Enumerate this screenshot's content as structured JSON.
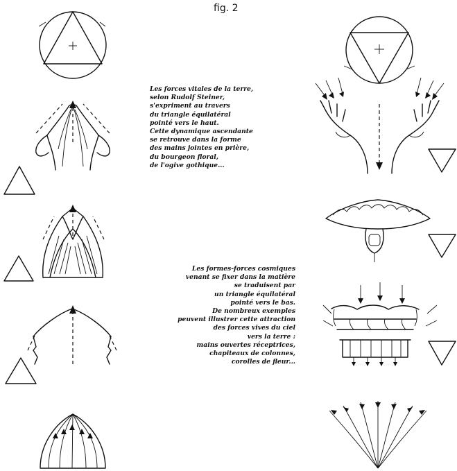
{
  "figure": {
    "label": "fig. 2"
  },
  "captions": {
    "upward": "Les forces vitales de la terre,\nselon Rudolf Steiner,\ns'expriment au travers\ndu triangle équilatéral\npointé vers le haut.\nCette dynamique ascendante\nse retrouve dans la forme\ndes mains jointes en prière,\ndu bourgeon floral,\nde l'ogive gothique...",
    "downward": "Les formes-forces cosmiques\nvenant se fixer dans la matière\nse traduisent par\nun triangle équilatéral\npointé vers le bas.\nDe nombreux exemples\npeuvent illustrer cette attraction\ndes forces vives du ciel\nvers la terre :\nmains ouvertes réceptrices,\nchapiteaux de colonnes,\ncorolles de fleur..."
  },
  "icons": {
    "left_column": [
      "circle-triangle-up-icon",
      "praying-hands-icon",
      "flower-bud-icon",
      "gothic-arch-icon",
      "dome-ribs-icon"
    ],
    "right_column": [
      "circle-triangle-down-icon",
      "open-hands-icon",
      "flower-corolla-icon",
      "column-capital-icon",
      "converging-arrows-icon"
    ]
  }
}
